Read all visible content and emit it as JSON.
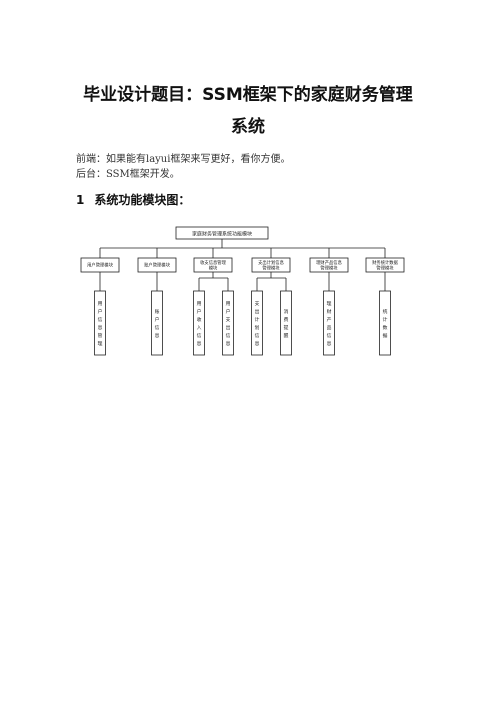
{
  "title_line1": "毕业设计题目：SSM框架下的家庭财务管理",
  "title_line2": "系统",
  "front_end": "前端：如果能有layui框架来写更好，看你方便。",
  "back_end": "后台：SSM框架开发。",
  "section": {
    "number": "1",
    "label": "系统功能模块图："
  },
  "diagram": {
    "root": "家庭财务管理系统功能模块",
    "modules": [
      {
        "label": [
          "用户管理模块"
        ],
        "children": [
          "用户信息管理"
        ]
      },
      {
        "label": [
          "账户管理模块"
        ],
        "children": [
          "账户信息"
        ]
      },
      {
        "label": [
          "收支信息管理",
          "模块"
        ],
        "children": [
          "用户收入信息",
          "用户支出信息"
        ]
      },
      {
        "label": [
          "支出计划信息",
          "管理模块"
        ],
        "children": [
          "支出计划信息",
          "消费提醒"
        ]
      },
      {
        "label": [
          "理财产品信息",
          "管理模块"
        ],
        "children": [
          "理财产品信息"
        ]
      },
      {
        "label": [
          "财务统计数据",
          "管理模块"
        ],
        "children": [
          "统计数据"
        ]
      }
    ]
  }
}
